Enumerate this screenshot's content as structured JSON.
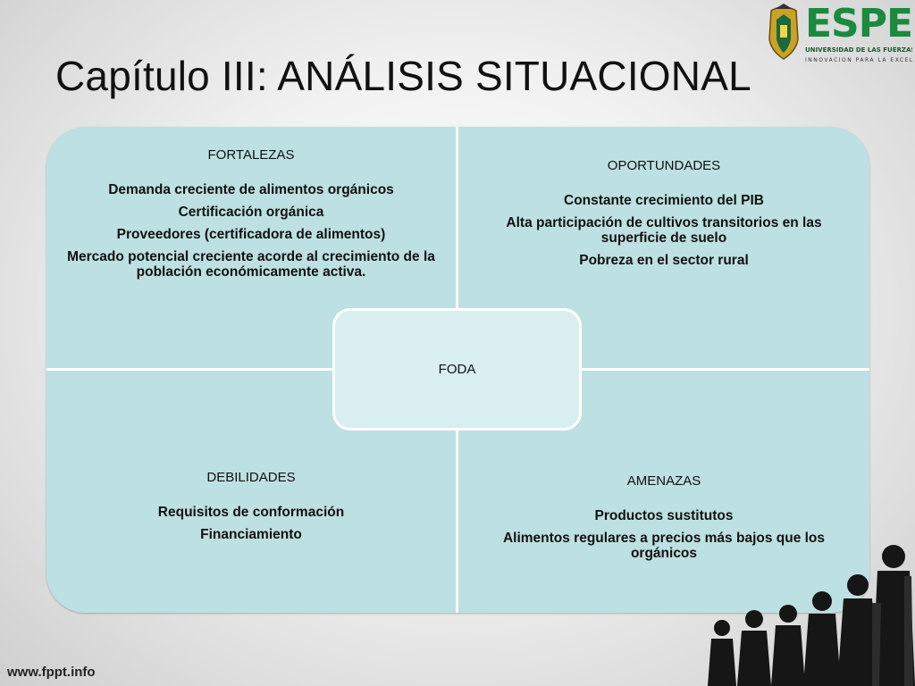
{
  "slide": {
    "title": "Capítulo III: ANÁLISIS SITUACIONAL",
    "footer": "www.fppt.info"
  },
  "logo": {
    "brand": "ESPE",
    "subtitle": "UNIVERSIDAD DE LAS FUERZAS ARMADAS",
    "motto": "INNOVACIÓN PARA LA EXCELENCIA",
    "icon": "university-crest-icon",
    "color": "#1a8a3c"
  },
  "foda": {
    "center_label": "FODA",
    "quadrant_color": "#bde0e2",
    "center_color": "#d9eeef",
    "fortalezas": {
      "title": "FORTALEZAS",
      "items": [
        "Demanda creciente de alimentos orgánicos",
        "Certificación orgánica",
        "Proveedores (certificadora de alimentos)",
        "Mercado potencial creciente acorde al crecimiento de la población económicamente activa."
      ]
    },
    "oportunidades": {
      "title": "OPORTUNDADES",
      "items": [
        "Constante crecimiento del PIB",
        "Alta participación de cultivos transitorios en las superficie de suelo",
        "Pobreza en el sector rural"
      ]
    },
    "debilidades": {
      "title": "DEBILIDADES",
      "items": [
        "Requisitos de conformación",
        "Financiamiento"
      ]
    },
    "amenazas": {
      "title": "AMENAZAS",
      "items": [
        "Productos sustitutos",
        "Alimentos regulares a precios más bajos que los orgánicos"
      ]
    }
  },
  "decoration": {
    "people_icon": "business-people-silhouette-icon"
  }
}
